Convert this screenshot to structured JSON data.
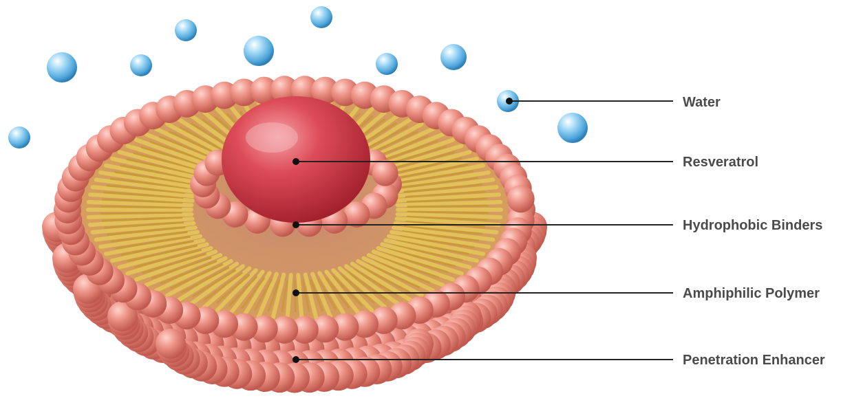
{
  "labels": {
    "water": "Water",
    "resveratrol": "Resveratrol",
    "hydrophobic_binders": "Hydrophobic Binders",
    "amphiphilic_polymer": "Amphiphilic Polymer",
    "penetration_enhancer": "Penetration Enhancer"
  },
  "colors": {
    "water_droplet": "#5fb3e6",
    "sphere_shell": "#e98a80",
    "polymer_tail": "#e3c15a",
    "core": "#d9434f",
    "label_text": "#4a4a4a",
    "leader_line": "#222222"
  }
}
